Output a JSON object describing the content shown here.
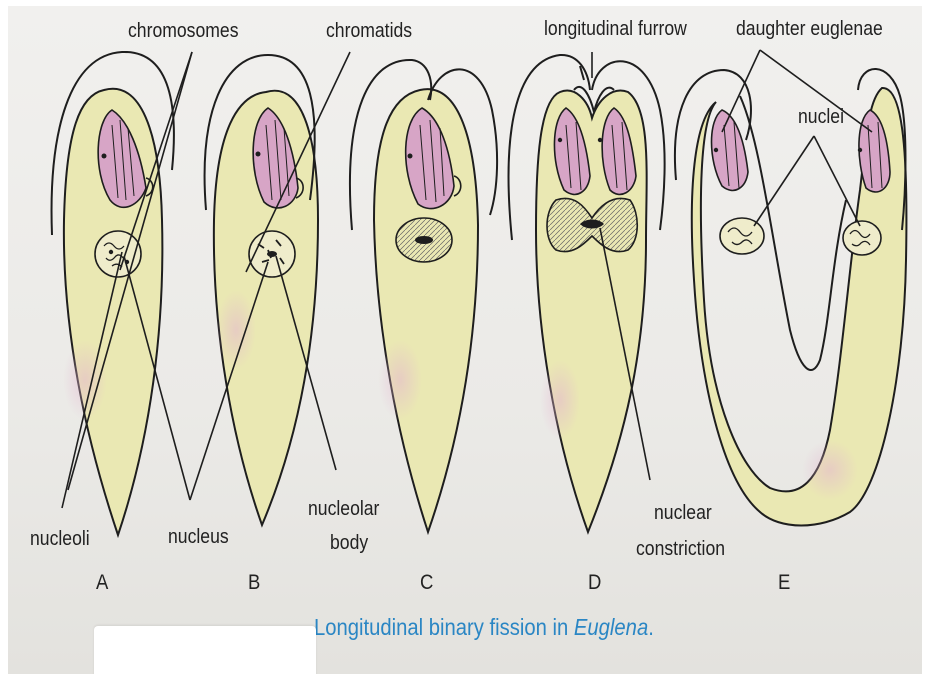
{
  "labels": {
    "chromosomes": "chromosomes",
    "chromatids": "chromatids",
    "longitudinal_furrow": "longitudinal furrow",
    "daughter_euglenae": "daughter euglenae",
    "nuclei": "nuclei",
    "nucleoli": "nucleoli",
    "nucleus": "nucleus",
    "nucleolar_body_1": "nucleolar",
    "nucleolar_body_2": "body",
    "nuclear_constriction_1": "nuclear",
    "nuclear_constriction_2": "constriction"
  },
  "stages": [
    "A",
    "B",
    "C",
    "D",
    "E"
  ],
  "caption": {
    "text": "Longitudinal binary fission in ",
    "italic": "Euglena",
    "end": "."
  },
  "colors": {
    "cell_fill": "#eae8b3",
    "pink": "#d7a5c6",
    "outline": "#1e1e1e",
    "caption": "#2a86c4"
  }
}
